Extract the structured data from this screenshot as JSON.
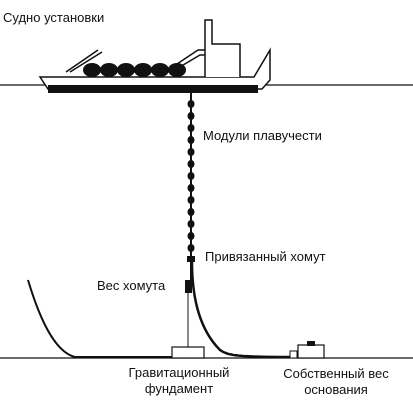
{
  "labels": {
    "vessel": "Судно установки",
    "buoyancy_modules": "Модули плавучести",
    "tethered_clamp": "Привязанный хомут",
    "clamp_weight": "Вес хомута",
    "gravity_foundation_line1": "Гравитационный",
    "gravity_foundation_line2": "фундамент",
    "base_weight_line1": "Собственный вес",
    "base_weight_line2": "основания"
  },
  "colors": {
    "ink": "#111111",
    "paper": "#ffffff"
  }
}
